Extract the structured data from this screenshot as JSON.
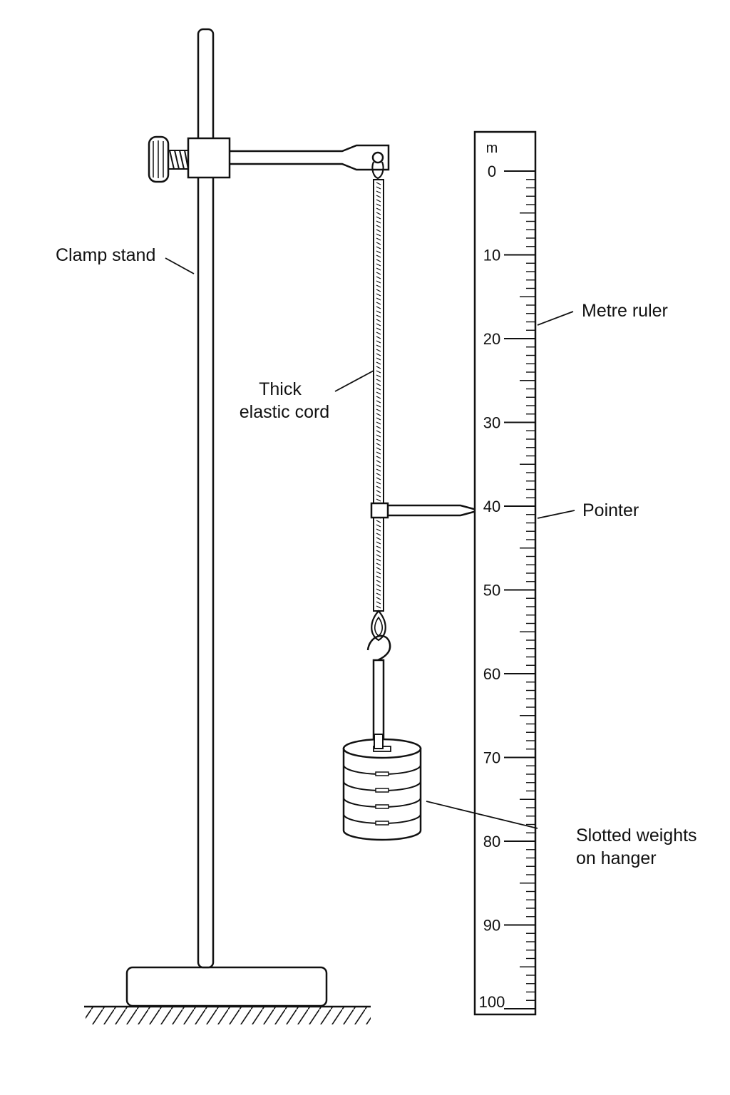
{
  "labels": {
    "clamp_stand": "Clamp stand",
    "cord_line1": "Thick",
    "cord_line2": "elastic cord",
    "metre_ruler": "Metre ruler",
    "pointer": "Pointer",
    "weights_line1": "Slotted weights",
    "weights_line2": "on hanger"
  },
  "ruler": {
    "unit": "m",
    "min": 0,
    "max": 100,
    "major_step": 10,
    "minor_step": 1,
    "tick_labels": [
      "0",
      "10",
      "20",
      "30",
      "40",
      "50",
      "60",
      "70",
      "80",
      "90",
      "100"
    ]
  },
  "pointer_reading": 40,
  "slotted_weight_count": 5,
  "colors": {
    "stroke": "#111111",
    "background": "#ffffff"
  }
}
